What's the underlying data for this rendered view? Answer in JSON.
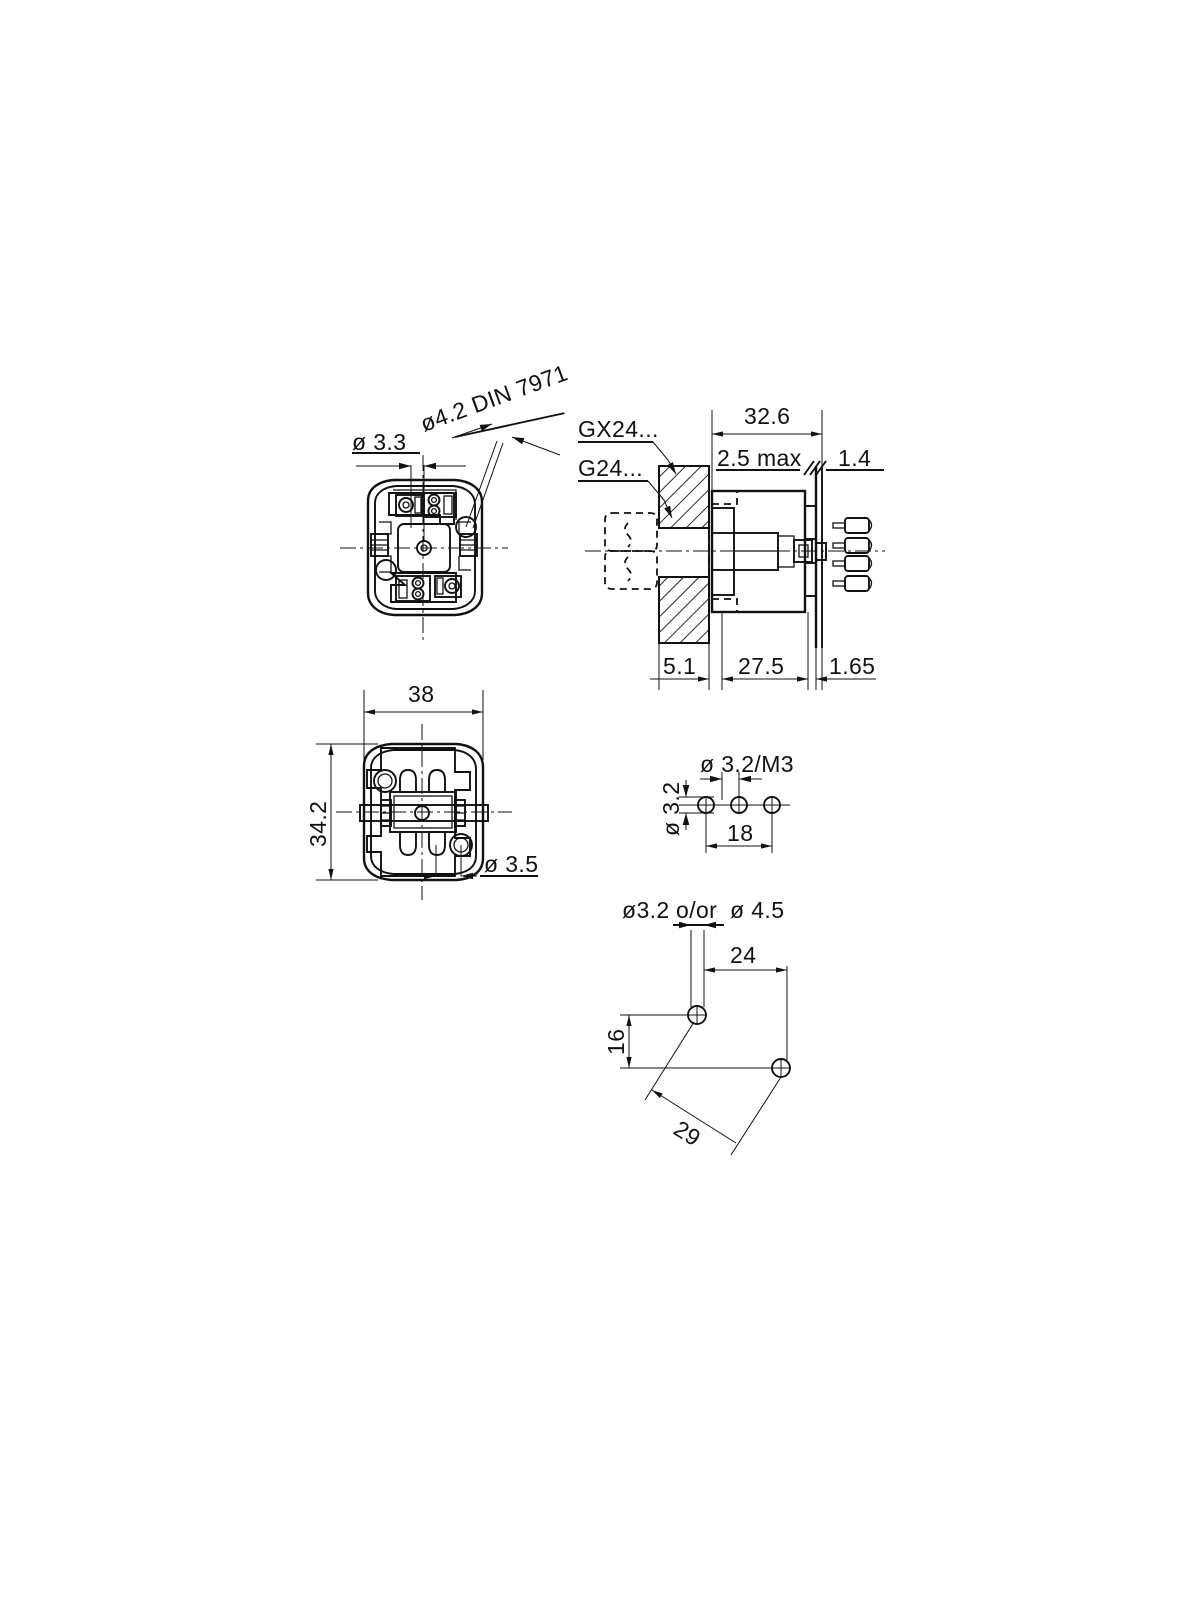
{
  "document": {
    "type": "engineering-drawing",
    "subject": "Lamp holder socket GX24 / G24 mounting and drilling dimensions",
    "units": "mm",
    "background_color": "#ffffff",
    "line_color": "#111111"
  },
  "views": {
    "top_front": {
      "name": "front-face-view",
      "labels": {
        "dia_3_3": "ø 3.3",
        "dia_4_2_din": "ø4.2  DIN  7971"
      }
    },
    "side_section": {
      "name": "side-section-view",
      "labels": {
        "gx24": "GX24...",
        "g24": "G24...",
        "overall_depth": "32.6",
        "panel_max": "2.5  max",
        "tab_1_4": "1.4",
        "panel_5_1": "5.1",
        "body_27_5": "27.5",
        "edge_1_65": "1.65"
      }
    },
    "bottom_plan": {
      "name": "rear-plan-view",
      "labels": {
        "width_38": "38",
        "height_34_2": "34.2",
        "dia_3_5": "ø 3.5"
      }
    },
    "hole_pattern_inline": {
      "name": "inline-hole-pattern-detail",
      "labels": {
        "dia_3_2_m3": "ø 3.2/M3",
        "dia_3_2": "ø 3.2",
        "pitch_18": "18"
      }
    },
    "hole_pattern_angled": {
      "name": "angled-hole-pattern-detail",
      "labels": {
        "dia_3_2": "ø3.2",
        "o_or": "o/or",
        "dia_4_5": "ø 4.5",
        "pitch_24": "24",
        "offset_16": "16",
        "pitch_29": "29"
      }
    }
  },
  "dimensions_list": [
    {
      "label": "ø 3.3",
      "view": "front-face-view"
    },
    {
      "label": "ø4.2  DIN  7971",
      "view": "front-face-view"
    },
    {
      "label": "GX24...",
      "view": "side-section-view"
    },
    {
      "label": "G24...",
      "view": "side-section-view"
    },
    {
      "label": "32.6",
      "view": "side-section-view"
    },
    {
      "label": "2.5  max",
      "view": "side-section-view"
    },
    {
      "label": "1.4",
      "view": "side-section-view"
    },
    {
      "label": "5.1",
      "view": "side-section-view"
    },
    {
      "label": "27.5",
      "view": "side-section-view"
    },
    {
      "label": "1.65",
      "view": "side-section-view"
    },
    {
      "label": "38",
      "view": "rear-plan-view"
    },
    {
      "label": "34.2",
      "view": "rear-plan-view"
    },
    {
      "label": "ø 3.5",
      "view": "rear-plan-view"
    },
    {
      "label": "ø 3.2/M3",
      "view": "inline-hole-pattern-detail"
    },
    {
      "label": "ø 3.2",
      "view": "inline-hole-pattern-detail"
    },
    {
      "label": "18",
      "view": "inline-hole-pattern-detail"
    },
    {
      "label": "ø3.2",
      "view": "angled-hole-pattern-detail"
    },
    {
      "label": "o/or",
      "view": "angled-hole-pattern-detail"
    },
    {
      "label": "ø 4.5",
      "view": "angled-hole-pattern-detail"
    },
    {
      "label": "24",
      "view": "angled-hole-pattern-detail"
    },
    {
      "label": "16",
      "view": "angled-hole-pattern-detail"
    },
    {
      "label": "29",
      "view": "angled-hole-pattern-detail"
    }
  ]
}
